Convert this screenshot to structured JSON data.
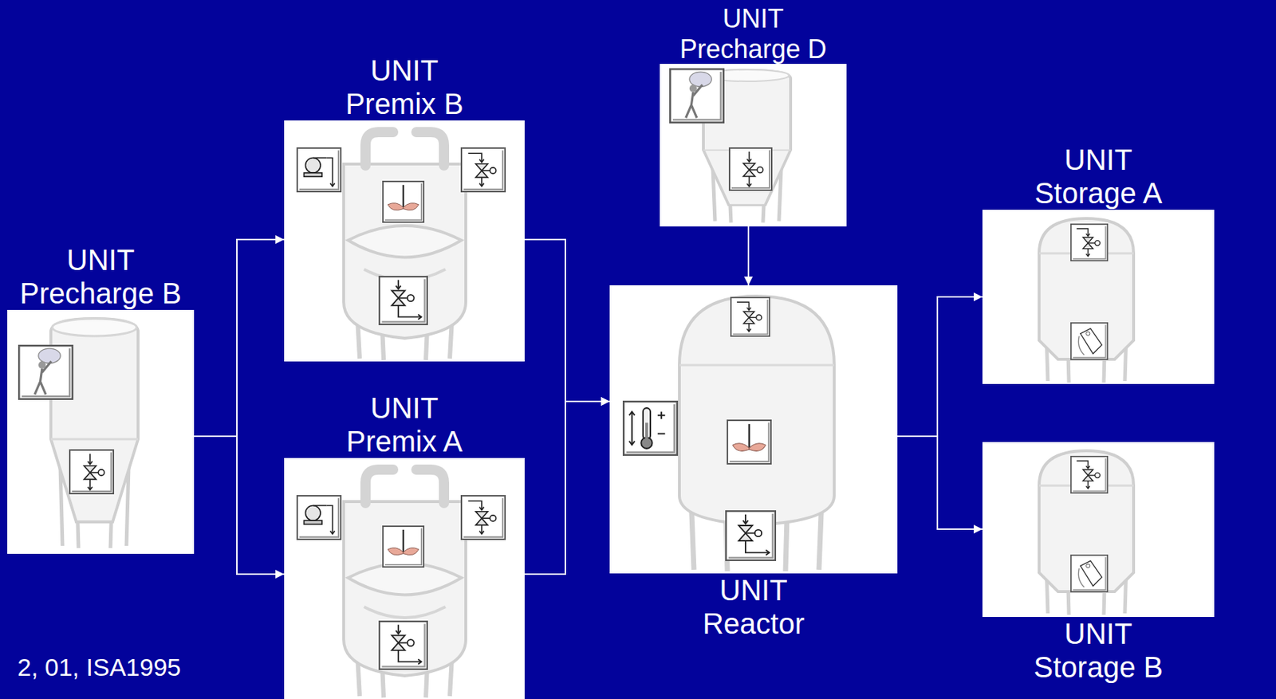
{
  "diagram": {
    "nodes": [
      {
        "text": [
          "UNIT Precharge B"
        ]
      },
      {
        "text": [
          "UNIT Premix B"
        ]
      },
      {
        "text": [
          "UNIT Premix A"
        ]
      },
      {
        "text": [
          "UNIT Precharge D"
        ]
      },
      {
        "text": [
          "UNIT Reactor"
        ]
      },
      {
        "text": [
          "UNIT Storage A"
        ]
      },
      {
        "text": [
          "UNIT Storage B"
        ]
      }
    ],
    "edges": [
      {
        "from": 0,
        "to": 1,
        "arrow": "to"
      },
      {
        "from": 0,
        "to": 2,
        "arrow": "to"
      },
      {
        "from": 1,
        "to": 4,
        "arrow": "to"
      },
      {
        "from": 2,
        "to": 4,
        "arrow": "to"
      },
      {
        "from": 3,
        "to": 4,
        "arrow": "to"
      },
      {
        "from": 4,
        "to": 5,
        "arrow": "to"
      },
      {
        "from": 4,
        "to": 6,
        "arrow": "to"
      }
    ],
    "labels": [
      "2, 01, ISA1995"
    ]
  }
}
